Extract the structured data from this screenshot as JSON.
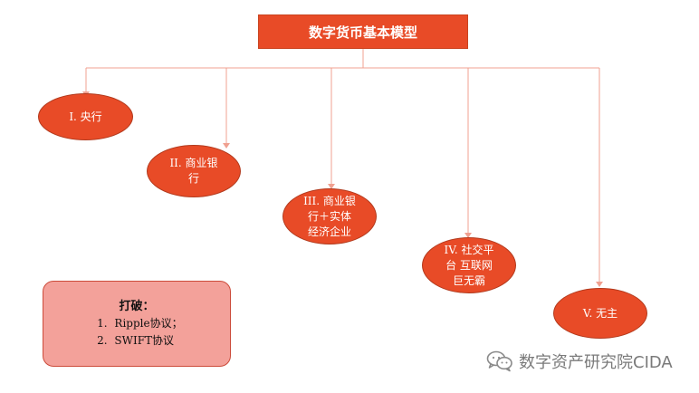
{
  "diagram": {
    "title": "数字货币基本模型",
    "nodes": [
      {
        "id": "central-bank",
        "lines": [
          "I. 央行"
        ]
      },
      {
        "id": "commercial-bank",
        "lines": [
          "II. 商业银",
          "行"
        ]
      },
      {
        "id": "commercial-bank-enterprise",
        "lines": [
          "III. 商业银",
          "行＋实体",
          "经济企业"
        ]
      },
      {
        "id": "social-platform",
        "lines": [
          "IV. 社交平",
          "台 互联网",
          "巨无霸"
        ]
      },
      {
        "id": "no-master",
        "lines": [
          "V. 无主"
        ]
      }
    ],
    "breakthrough": {
      "title": "打破：",
      "items": [
        "Ripple协议；",
        "SWIFT协议"
      ]
    }
  },
  "watermark": {
    "text": "数字资产研究院CIDA",
    "icon": "wechat-icon"
  },
  "colors": {
    "node_fill": "#e84b27",
    "connector": "#f0a090",
    "callout_fill": "#f3a19a"
  }
}
